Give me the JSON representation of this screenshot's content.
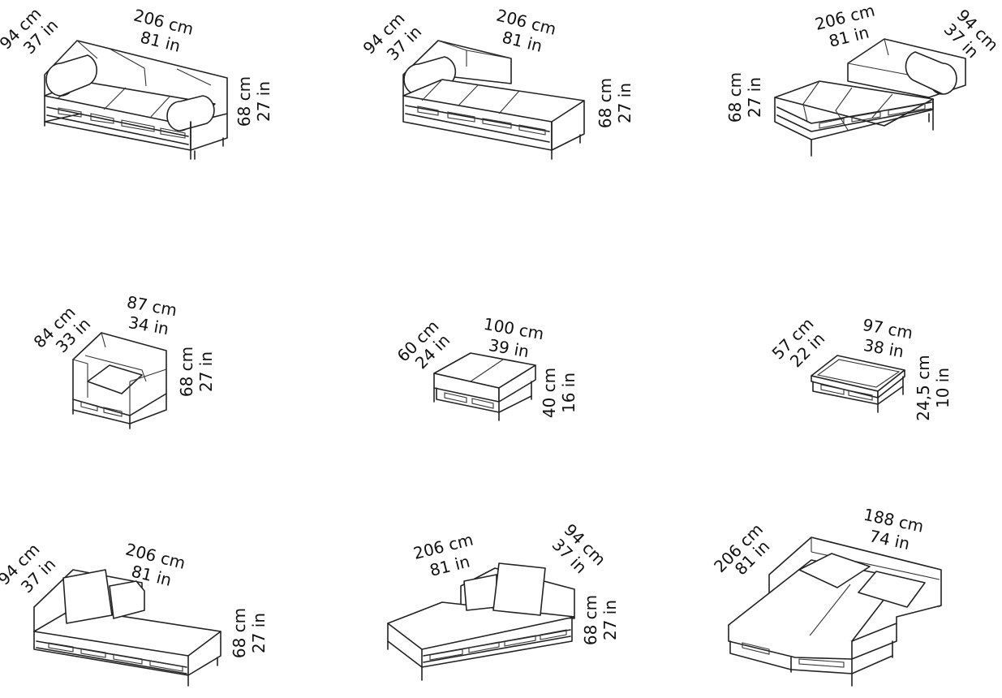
{
  "items": [
    {
      "name": "sofa",
      "dims": [
        "94 cm",
        "37 in",
        "206 cm",
        "81 in",
        "68 cm",
        "27 in"
      ]
    },
    {
      "name": "chaise-sofa-left",
      "dims": [
        "94 cm",
        "37 in",
        "206 cm",
        "81 in",
        "68 cm",
        "27 in"
      ]
    },
    {
      "name": "chaise-sofa-right",
      "dims": [
        "206 cm",
        "81 in",
        "94 cm",
        "37 in",
        "68 cm",
        "27 in"
      ]
    },
    {
      "name": "armchair",
      "dims": [
        "84 cm",
        "33 in",
        "87 cm",
        "34 in",
        "68 cm",
        "27 in"
      ]
    },
    {
      "name": "ottoman",
      "dims": [
        "60 cm",
        "24 in",
        "100 cm",
        "39 in",
        "40 cm",
        "16 in"
      ]
    },
    {
      "name": "coffee-table",
      "dims": [
        "57 cm",
        "22 in",
        "97 cm",
        "38 in",
        "24,5 cm",
        "10 in"
      ]
    },
    {
      "name": "daybed-left",
      "dims": [
        "94 cm",
        "37 in",
        "206 cm",
        "81 in",
        "68 cm",
        "27 in"
      ]
    },
    {
      "name": "daybed-right",
      "dims": [
        "206 cm",
        "81 in",
        "94 cm",
        "37 in",
        "68 cm",
        "27 in"
      ]
    },
    {
      "name": "double-daybed",
      "dims": [
        "206 cm",
        "81 in",
        "188 cm",
        "74 in"
      ]
    }
  ]
}
